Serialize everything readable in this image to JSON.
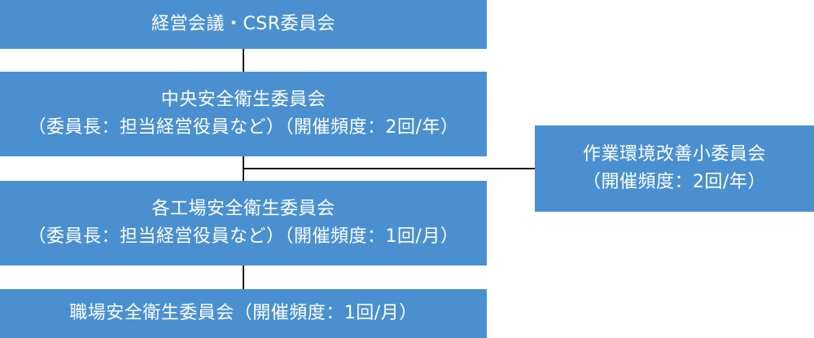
{
  "diagram": {
    "management": {
      "line1": "経営会議・CSR委員会"
    },
    "central": {
      "line1": "中央安全衛生委員会",
      "line2": "（委員長：担当経営役員など）（開催頻度：2回/年）"
    },
    "plant": {
      "line1": "各工場安全衛生委員会",
      "line2": "（委員長：担当経営役員など）（開催頻度：1回/月）"
    },
    "workplace": {
      "line1": "職場安全衛生委員会（開催頻度：1回/月）"
    },
    "environment": {
      "line1": "作業環境改善小委員会",
      "line2": "（開催頻度：2回/年）"
    }
  },
  "colors": {
    "box_fill": "#4a90d0",
    "box_text": "#ffffff",
    "connector": "#1a1a1a"
  }
}
